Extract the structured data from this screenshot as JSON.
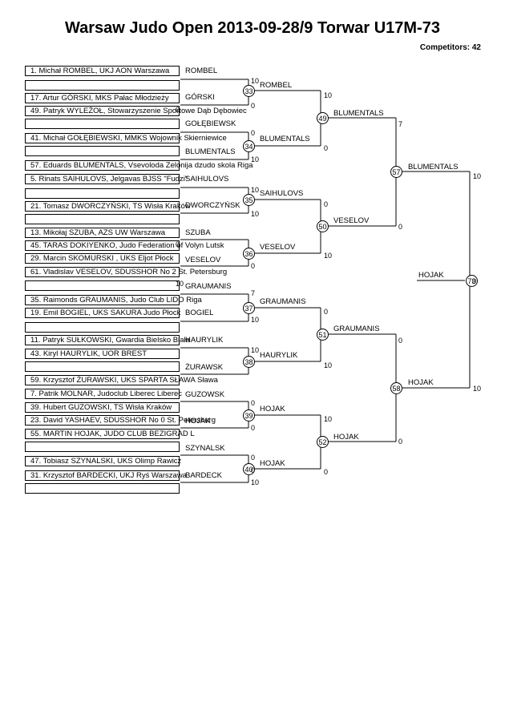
{
  "header": {
    "title": "Warsaw Judo Open  2013-09-28/9  Torwar    U17M-73",
    "competitors": "Competitors: 42"
  },
  "entries": [
    "1. Michał ROMBEL, UKJ AON Warszawa",
    "17. Artur GÓRSKI, MKS Pałac Młodzieży",
    "49. Patryk WYLEŻOŁ, Stowarzyszenie Sportowe Dąb Dębowiec",
    "41. Michał GOŁĘBIEWSKI, MMKS Wojownik Skierniewice",
    "57. Eduards BLUMENTALS, Vsevoloda Zelonija dzudo skola Riga",
    "5. Rinats SAIHULOVS, Jelgavas BJSS \"Fudzi\"",
    "21. Tomasz DWORCZYŃSKI, TS Wisła Kraków",
    "13. Mikołaj SZUBA, AZS UW Warszawa",
    "45. TARAS DOKIYENKO, Judo Federation of Volyn Lutsk",
    "29. Marcin SKOMURSKI , UKS Eljot Płock",
    "61. Vladislav VESELOV, SDUSSHOR No 2 St. Petersburg",
    "35. Raimonds GRAUMANIS, Judo Club LIDO Riga",
    "19. Emil BOGIEL, UKS SAKURA Judo Płock",
    "11. Patryk SUŁKOWSKI, Gwardia Bielsko Biała",
    "43. Kiryl HAURYLIK, UOR BREST",
    "59. Krzysztof ŻURAWSKI, UKS   SPARTA  SŁAWA Sława",
    "7. Patrik MOLNAR, Judoclub Liberec Liberec",
    "39. Hubert GUZOWSKI, TS Wisła Kraków",
    "23. David YASHAEV, SDUSSHOR No 0 St. Petersburg",
    "55. MARTIN HOJAK, JUDO CLUB BEZIGRAD L",
    "47. Tobiasz SZYNALSKI, UKS Olimp Rawicz",
    "31. Krzysztof BARDECKI, UKJ Ryś Warszawa"
  ],
  "winners": [
    "ROMBEL",
    "GÓRSKI",
    "GOŁĘBIEWSK",
    "BLUMENTALS",
    "SAIHULOVS",
    "DWORCZYŃSK",
    "SZUBA",
    "VESELOV",
    "GRAUMANIS",
    "BOGIEL",
    "HAURYLIK",
    "ŻURAWSK",
    "GUZOWSK",
    "HOJAK",
    "SZYNALSK",
    "BARDECK",
    "ROMBEL",
    "BLUMENTALS",
    "SAIHULOVS",
    "VESELOV",
    "GRAUMANIS",
    "HAURYLIK",
    "HOJAK",
    "HOJAK",
    "BARDECK",
    "BLUMENTALS",
    "VESELOV",
    "GRAUMANIS",
    "HOJAK",
    "BLUMENTALS",
    "HOJAK",
    "HOJAK"
  ],
  "scores": [
    "10",
    "0",
    "0",
    "0",
    "10",
    "10",
    "10",
    "0",
    "0",
    "10",
    "10",
    "7",
    "10",
    "0",
    "0",
    "0",
    "0",
    "10",
    "10",
    "0",
    "7",
    "0",
    "10",
    "0",
    "0",
    "10",
    "0",
    "10",
    "0",
    "0",
    "10",
    "10",
    "0"
  ],
  "contests": [
    "33",
    "34",
    "35",
    "36",
    "37",
    "38",
    "39",
    "40",
    "49",
    "50",
    "51",
    "52",
    "57",
    "58",
    "73"
  ]
}
